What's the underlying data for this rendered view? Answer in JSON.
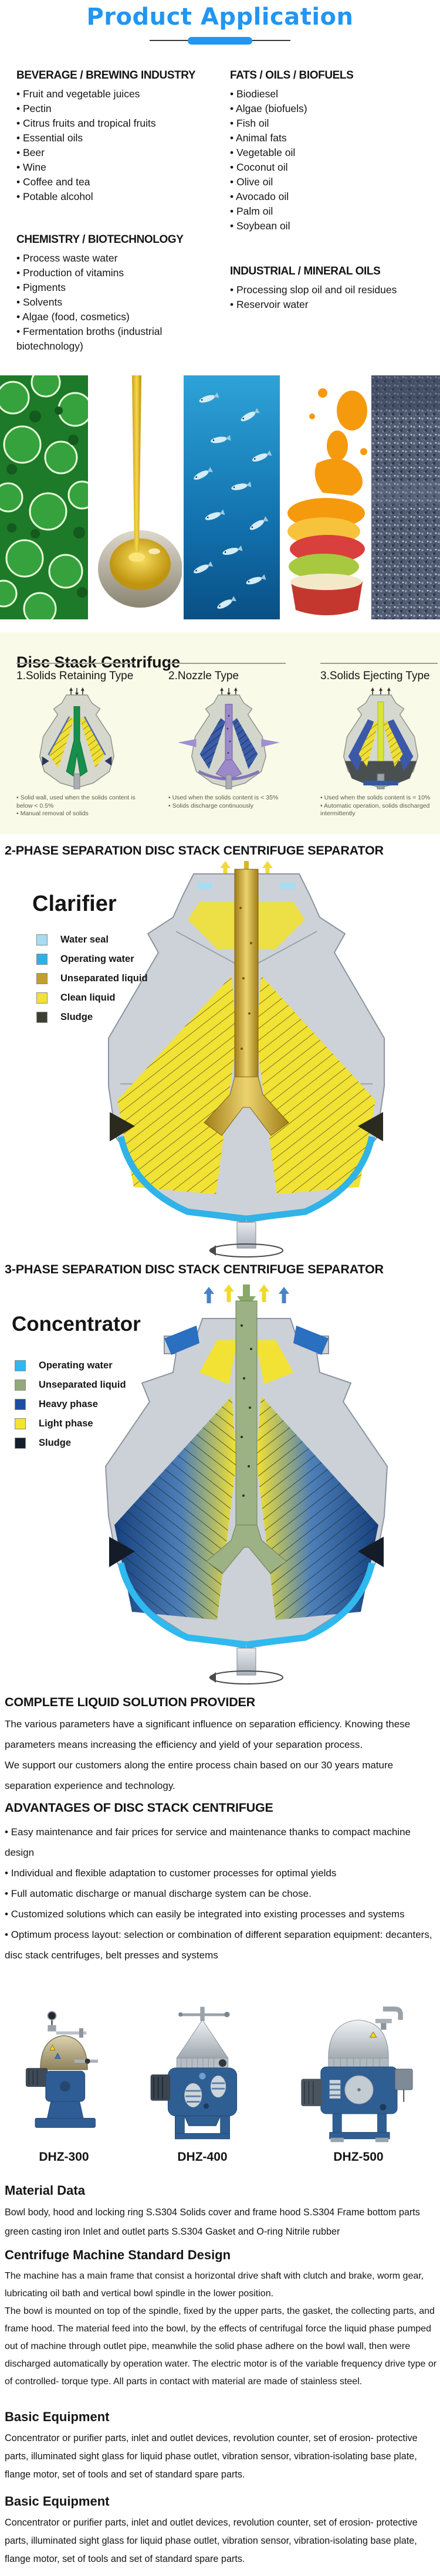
{
  "header": {
    "title": "Product Application",
    "accent_color": "#2196f3"
  },
  "applications": {
    "beverage": {
      "heading": "BEVERAGE / BREWING INDUSTRY",
      "items": [
        "Fruit and vegetable juices",
        "Pectin",
        "Citrus fruits and tropical fruits",
        "Essential oils",
        "Beer",
        "Wine",
        "Coffee and tea",
        "Potable alcohol"
      ]
    },
    "fats": {
      "heading": "FATS / OILS / BIOFUELS",
      "items": [
        "Biodiesel",
        "Algae (biofuels)",
        "Fish oil",
        "Animal fats",
        "Vegetable oil",
        "Coconut oil",
        "Olive oil",
        "Avocado oil",
        "Palm oil",
        "Soybean oil"
      ]
    },
    "chemistry": {
      "heading": "CHEMISTRY / BIOTECHNOLOGY",
      "items": [
        "Process waste water",
        "Production of vitamins",
        "Pigments",
        "Solvents",
        "Algae (food, cosmetics)",
        "Fermentation broths (industrial biotechnology)"
      ]
    },
    "industrial": {
      "heading": "INDUSTRIAL / MINERAL OILS",
      "items": [
        "Processing slop oil and oil residues",
        "Reservoir water"
      ]
    }
  },
  "photos": {
    "names": [
      "algae-cells-photo",
      "oil-pour-photo",
      "fish-school-photo",
      "fruit-juice-photo",
      "oil-sludge-gravel-photo"
    ]
  },
  "disc_stack": {
    "title": "Disc Stack Centrifuge",
    "types": [
      {
        "heading": "1.Solids Retaining Type",
        "notes": [
          "Solid wall, used when the solids content is below < 0.5%",
          "Manual removal of solids"
        ]
      },
      {
        "heading": "2.Nozzle Type",
        "notes": [
          "Used when the solids content is < 35%",
          "Solids discharge continuously"
        ]
      },
      {
        "heading": "3.Solids Ejecting Type",
        "notes": [
          "Used when the solids content is = 10%",
          "Automatic operation, solids discharged intermittently"
        ]
      }
    ]
  },
  "two_phase": {
    "heading": "2-PHASE SEPARATION DISC STACK CENTRIFUGE SEPARATOR",
    "diagram_title": "Clarifier",
    "legend": [
      {
        "label": "Water seal",
        "color": "#a9dcf2"
      },
      {
        "label": "Operating water",
        "color": "#2cb0e8"
      },
      {
        "label": "Unseparated liquid",
        "color": "#c3a02b"
      },
      {
        "label": "Clean liquid",
        "color": "#f3e233"
      },
      {
        "label": "Sludge",
        "color": "#3e3e32"
      }
    ]
  },
  "three_phase": {
    "heading": "3-PHASE SEPARATION DISC STACK CENTRIFUGE SEPARATOR",
    "diagram_title": "Concentrator",
    "legend": [
      {
        "label": "Operating water",
        "color": "#2db9ee"
      },
      {
        "label": "Unseparated liquid",
        "color": "#92a978"
      },
      {
        "label": "Heavy phase",
        "color": "#1b4fa4"
      },
      {
        "label": "Light phase",
        "color": "#f5e22f"
      },
      {
        "label": "Sludge",
        "color": "#131f2d"
      }
    ]
  },
  "provider": {
    "heading": "COMPLETE LIQUID SOLUTION PROVIDER",
    "p1": "The various parameters have a significant influence on separation efficiency. Knowing these parameters means increasing the efficiency and yield of your separation process.",
    "p2": "We support our customers along the entire process chain based on our 30 years mature separation experience and technology."
  },
  "advantages": {
    "heading": "ADVANTAGES OF DISC STACK CENTRIFUGE",
    "items": [
      "Easy maintenance and fair prices for service and maintenance thanks to compact machine design",
      "Individual and flexible adaptation to customer processes for optimal yields",
      "Full automatic discharge or manual discharge system can be chose.",
      "Customized solutions which can easily be integrated into existing processes and systems",
      "Optimum process layout: selection or combination of different separation equipment: decanters, disc stack centrifuges, belt presses and systems"
    ]
  },
  "products": [
    {
      "model": "DHZ-300"
    },
    {
      "model": "DHZ-400"
    },
    {
      "model": "DHZ-500"
    }
  ],
  "material_data": {
    "heading": "Material Data",
    "body": "Bowl body, hood and locking ring S.S304 Solids cover and frame hood S.S304 Frame bottom parts green casting iron Inlet and outlet parts S.S304 Gasket and O-ring Nitrile rubber"
  },
  "standard_design": {
    "heading": "Centrifuge Machine Standard Design",
    "p1": "The machine has a main frame that consist a horizontal drive shaft with clutch and brake, worm gear, lubricating oil bath and vertical bowl spindle in the lower position.",
    "p2": "The bowl is mounted on top of the spindle, fixed by the upper parts, the gasket, the collecting parts, and frame hood. The material feed into the bowl, by the effects of centrifugal force the liquid phase pumped out of machine through outlet pipe, meanwhile the solid phase adhere on the bowl wall, then were discharged automatically by operation water. The electric motor is of the variable frequency drive type or of controlled- torque type. All parts in contact with material are made of stainless steel."
  },
  "basic_equipment_1": {
    "heading": "Basic Equipment",
    "body": "Concentrator or purifier parts, inlet and outlet devices, revolution counter, set of erosion- protective parts, illuminated sight glass for liquid phase outlet, vibration sensor, vibration-isolating base plate, flange motor, set of tools and set of standard spare parts."
  },
  "basic_equipment_2": {
    "heading": "Basic Equipment",
    "body": "Concentrator or purifier parts, inlet and outlet devices, revolution counter, set of erosion- protective parts, illuminated sight glass for liquid phase outlet, vibration sensor, vibration-isolating base plate, flange motor, set of tools and set of standard spare parts."
  }
}
